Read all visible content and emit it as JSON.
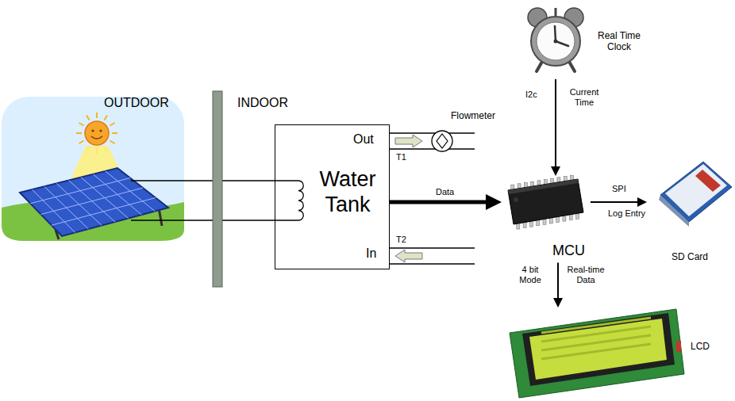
{
  "diagram": {
    "nodes": [
      {
        "text": [
          "Water Tank",
          "Out",
          "In"
        ]
      },
      {
        "text": [
          "Real Time Clock"
        ]
      },
      {
        "text": [
          "MCU"
        ]
      },
      {
        "text": [
          "SD Card"
        ]
      },
      {
        "text": [
          "LCD"
        ]
      }
    ],
    "edges": [
      {
        "from": 0,
        "to": 2,
        "arrow": "to",
        "label": "Data"
      },
      {
        "from": 1,
        "to": 2,
        "arrow": "to",
        "label": "Current Time"
      },
      {
        "from": 2,
        "to": 3,
        "arrow": "to",
        "label": "Log Entry"
      },
      {
        "from": 2,
        "to": 4,
        "arrow": "to",
        "label": "Real-time Data"
      }
    ],
    "labels": [
      "OUTDOOR",
      "INDOOR",
      "Flowmeter",
      "T1",
      "T2",
      "I2c",
      "SPI",
      "4 bit Mode"
    ]
  }
}
